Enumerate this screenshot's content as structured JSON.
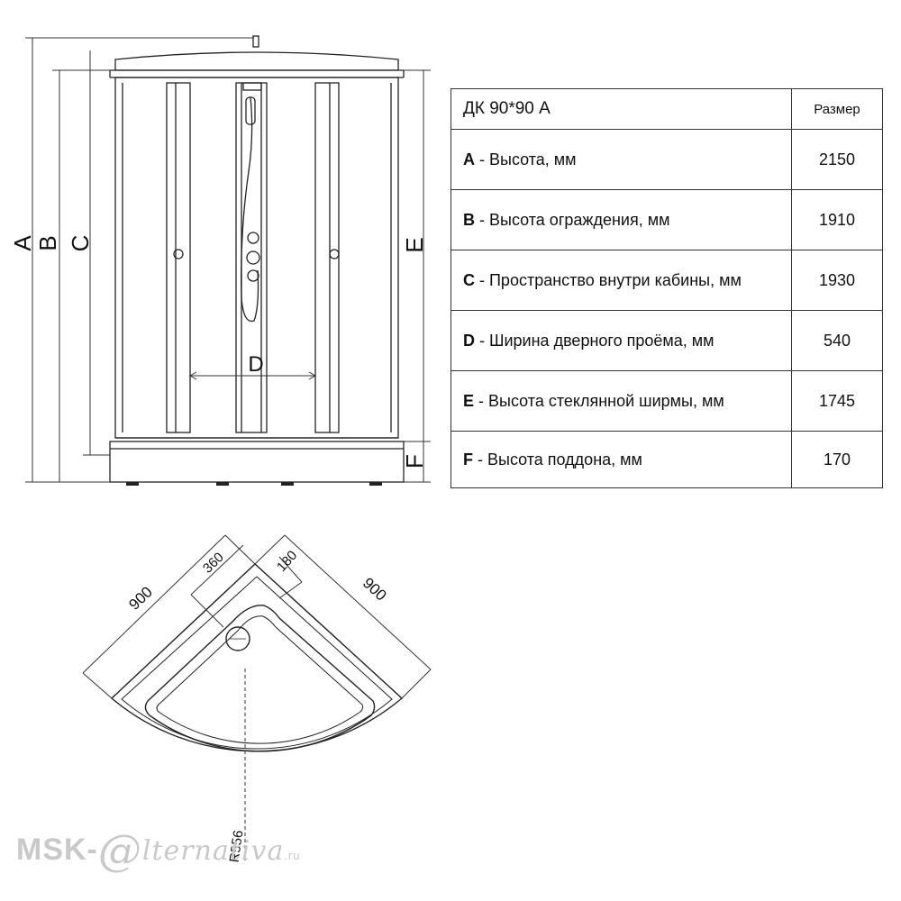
{
  "front_view": {
    "dim_labels": {
      "a": "A",
      "b": "B",
      "c": "C",
      "d": "D",
      "e": "E",
      "f": "F"
    }
  },
  "table": {
    "title": "ДК 90*90 А",
    "size_header": "Размер",
    "rows": [
      {
        "key": "A",
        "label": " - Высота, мм",
        "value": "2150"
      },
      {
        "key": "B",
        "label": " - Высота ограждения, мм",
        "value": "1910"
      },
      {
        "key": "C",
        "label": " - Пространство внутри кабины, мм",
        "value": "1930"
      },
      {
        "key": "D",
        "label": " - Ширина дверного проёма, мм",
        "value": "540"
      },
      {
        "key": "E",
        "label": " - Высота стеклянной ширмы, мм",
        "value": "1745"
      },
      {
        "key": "F",
        "label": " - Высота поддона, мм",
        "value": "170"
      }
    ]
  },
  "plan_view": {
    "dims": {
      "left_width": "900",
      "right_width": "900",
      "offset_360": "360",
      "offset_180": "180",
      "radius": "R556"
    }
  },
  "watermark": {
    "prefix": "MSK-",
    "at": "@",
    "rest": "lternativa",
    "tld": ".ru"
  }
}
